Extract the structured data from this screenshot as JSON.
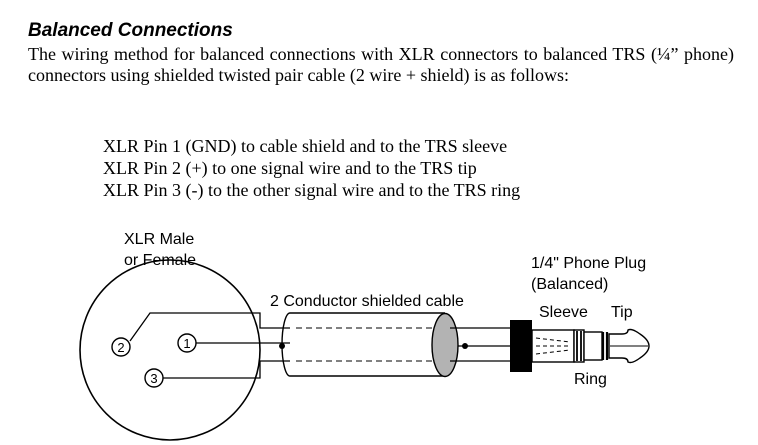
{
  "section": {
    "heading": "Balanced Connections",
    "intro": "The wiring method for balanced connections with XLR connectors to balanced TRS (¼” phone) connectors using shielded twisted pair cable (2 wire + shield) is as follows:"
  },
  "pin_list": [
    "XLR Pin 1 (GND) to cable shield and to the TRS sleeve",
    "XLR Pin 2 (+) to one signal wire and to the TRS tip",
    "XLR Pin 3 (-) to the other signal wire and to the TRS ring"
  ],
  "diagram": {
    "xlr_label_line1": "XLR Male",
    "xlr_label_line2": "or Female",
    "cable_label": "2 Conductor shielded cable",
    "plug_label_line1": "1/4\" Phone Plug",
    "plug_label_line2": "(Balanced)",
    "sleeve_label": "Sleeve",
    "tip_label": "Tip",
    "ring_label": "Ring",
    "pin1": "1",
    "pin2": "2",
    "pin3": "3"
  }
}
